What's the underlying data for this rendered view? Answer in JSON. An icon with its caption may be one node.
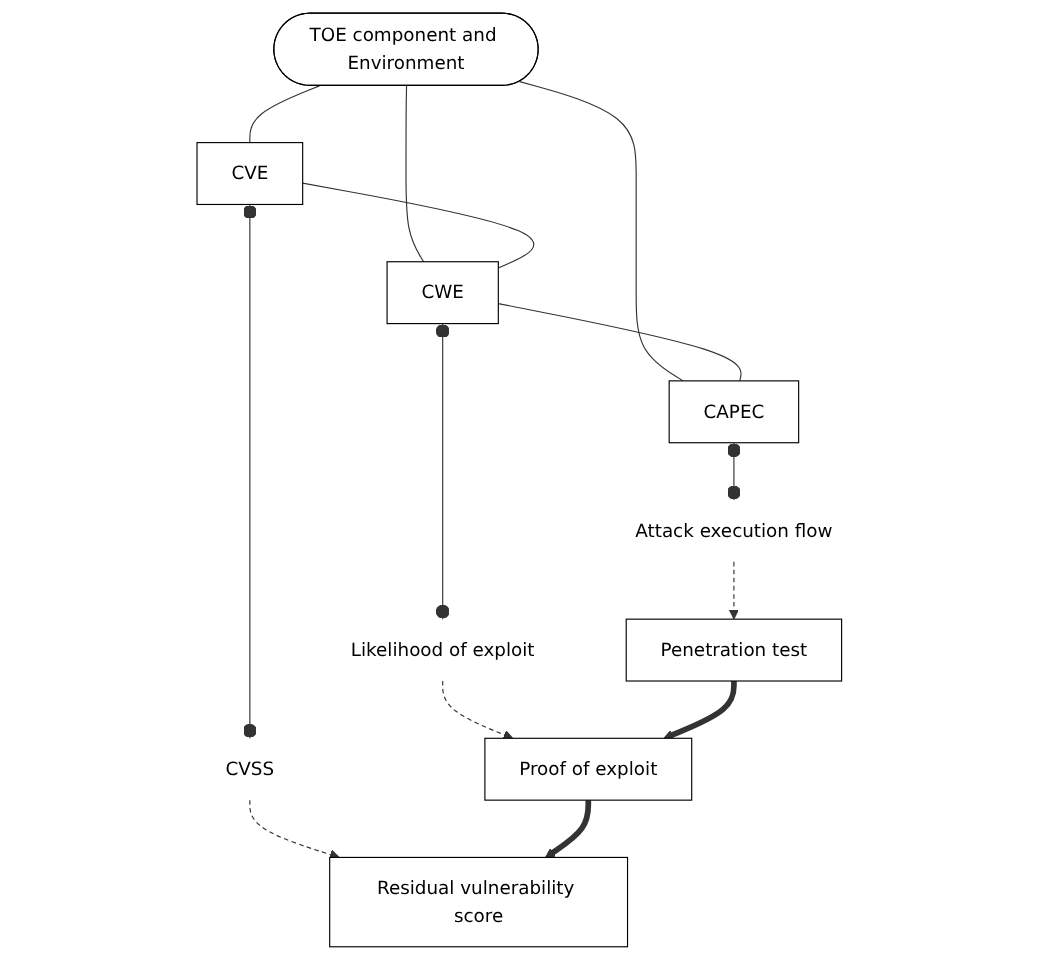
{
  "diagram": {
    "nodes": [
      {
        "text": [
          "TOE component and Environment"
        ]
      },
      {
        "text": [
          "CVE"
        ]
      },
      {
        "text": [
          "CWE"
        ]
      },
      {
        "text": [
          "CAPEC"
        ]
      },
      {
        "text": [
          "CVSS"
        ]
      },
      {
        "text": [
          "Likelihood of exploit"
        ]
      },
      {
        "text": [
          "Attack execution flow"
        ]
      },
      {
        "text": [
          "Residual vulnerability score"
        ]
      },
      {
        "text": [
          "Proof of exploit"
        ]
      },
      {
        "text": [
          "Penetration test"
        ]
      }
    ],
    "edges": [
      {
        "from": 0,
        "to": 1,
        "arrow": "none"
      },
      {
        "from": 0,
        "to": 2,
        "arrow": "none"
      },
      {
        "from": 0,
        "to": 3,
        "arrow": "none"
      },
      {
        "from": 1,
        "to": 2,
        "arrow": "none"
      },
      {
        "from": 2,
        "to": 3,
        "arrow": "none"
      },
      {
        "from": 1,
        "to": 4,
        "arrow": "other"
      },
      {
        "from": 2,
        "to": 5,
        "arrow": "other"
      },
      {
        "from": 3,
        "to": 6,
        "arrow": "other"
      },
      {
        "from": 4,
        "to": 7,
        "arrow": "to",
        "style": "dashed"
      },
      {
        "from": 5,
        "to": 8,
        "arrow": "to",
        "style": "dashed"
      },
      {
        "from": 6,
        "to": 9,
        "arrow": "to",
        "style": "dashed"
      },
      {
        "from": 9,
        "to": 8,
        "arrow": "to",
        "style": "thick"
      },
      {
        "from": 8,
        "to": 7,
        "arrow": "to",
        "style": "thick"
      }
    ]
  }
}
